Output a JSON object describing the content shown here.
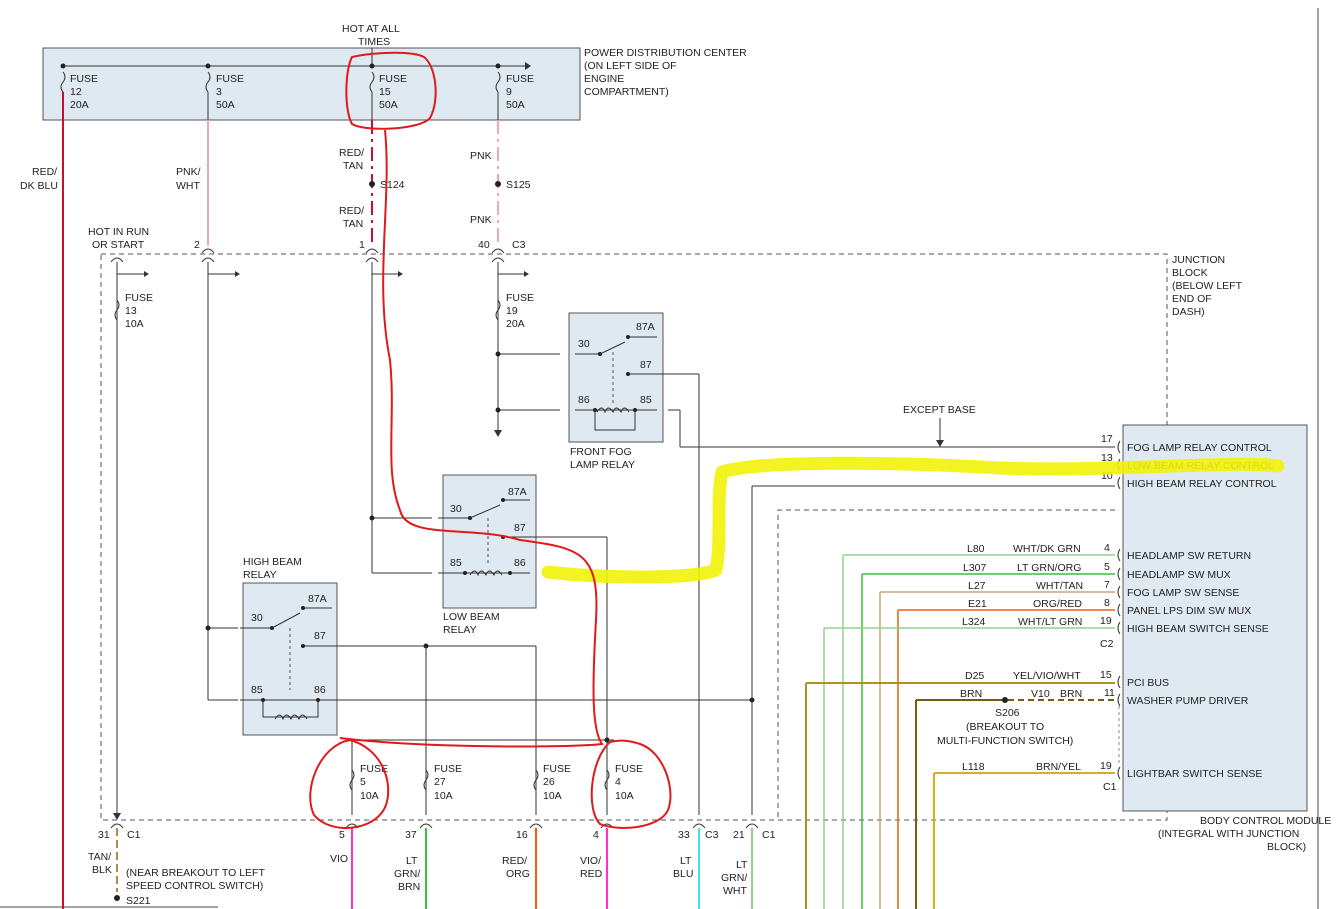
{
  "frame": {
    "pdc": {
      "l1": "POWER DISTRIBUTION CENTER",
      "l2": "(ON LEFT SIDE OF",
      "l3": "ENGINE",
      "l4": "COMPARTMENT)"
    },
    "hot_at_all": {
      "l1": "HOT AT ALL",
      "l2": "TIMES"
    },
    "hot_in_run": {
      "l1": "HOT IN RUN",
      "l2": "OR START"
    },
    "jb": {
      "l1": "JUNCTION",
      "l2": "BLOCK",
      "l3": "(BELOW LEFT",
      "l4": "END OF",
      "l5": "DASH)"
    },
    "bcm": {
      "l1": "BODY CONTROL MODULE",
      "l2": "(INTEGRAL WITH JUNCTION",
      "l3": "BLOCK)"
    },
    "except_base": "EXCEPT BASE"
  },
  "pdc_fuses": [
    {
      "label": "FUSE",
      "num": "12",
      "amp": "20A"
    },
    {
      "label": "FUSE",
      "num": "3",
      "amp": "50A"
    },
    {
      "label": "FUSE",
      "num": "15",
      "amp": "50A"
    },
    {
      "label": "FUSE",
      "num": "9",
      "amp": "50A"
    }
  ],
  "jb_fuses": [
    {
      "label": "FUSE",
      "num": "13",
      "amp": "10A"
    },
    {
      "label": "FUSE",
      "num": "19",
      "amp": "20A"
    },
    {
      "label": "FUSE",
      "num": "5",
      "amp": "10A"
    },
    {
      "label": "FUSE",
      "num": "27",
      "amp": "10A"
    },
    {
      "label": "FUSE",
      "num": "26",
      "amp": "10A"
    },
    {
      "label": "FUSE",
      "num": "4",
      "amp": "10A"
    }
  ],
  "wires": {
    "red_dkblu": {
      "l1": "RED/",
      "l2": "DK BLU"
    },
    "pnk_wht": {
      "l1": "PNK/",
      "l2": "WHT"
    },
    "red_tan": {
      "l1": "RED/",
      "l2": "TAN"
    },
    "pnk": "PNK",
    "tan_blk": {
      "l1": "TAN/",
      "l2": "BLK"
    },
    "vio": "VIO",
    "lt_grn_brn": {
      "l1": "LT",
      "l2": "GRN/",
      "l3": "BRN"
    },
    "red_org": {
      "l1": "RED/",
      "l2": "ORG"
    },
    "vio_red": {
      "l1": "VIO/",
      "l2": "RED"
    },
    "lt_blu": {
      "l1": "LT",
      "l2": "BLU"
    },
    "lt_grn_wht": {
      "l1": "LT",
      "l2": "GRN/",
      "l3": "WHT"
    }
  },
  "splices": {
    "s124": "S124",
    "s125": "S125",
    "s221": "S221",
    "s206": "S206"
  },
  "breakouts": {
    "s221_note": {
      "l1": "(NEAR BREAKOUT TO LEFT",
      "l2": "SPEED CONTROL SWITCH)"
    },
    "s206_note": {
      "l1": "(BREAKOUT TO",
      "l2": "MULTI-FUNCTION SWITCH)"
    }
  },
  "connectors": {
    "top": [
      {
        "pin": "2"
      },
      {
        "pin": "1"
      },
      {
        "pin": "40"
      }
    ],
    "c3": "C3",
    "c1": "C1",
    "c2": "C2",
    "bottom": [
      {
        "pin": "31"
      },
      {
        "pin": "5"
      },
      {
        "pin": "37"
      },
      {
        "pin": "16"
      },
      {
        "pin": "4"
      },
      {
        "pin": "33"
      },
      {
        "pin": "21"
      }
    ]
  },
  "relays": {
    "fog": {
      "name_l1": "FRONT FOG",
      "name_l2": "LAMP RELAY",
      "p30": "30",
      "p87a": "87A",
      "p87": "87",
      "p86": "86",
      "p85": "85"
    },
    "low": {
      "name_l1": "LOW BEAM",
      "name_l2": "RELAY",
      "p30": "30",
      "p87a": "87A",
      "p87": "87",
      "p85": "85",
      "p86": "86"
    },
    "high": {
      "name_l1": "HIGH BEAM",
      "name_l2": "RELAY",
      "p30": "30",
      "p87a": "87A",
      "p87": "87",
      "p85": "85",
      "p86": "86"
    }
  },
  "bcm_pins": [
    {
      "pin": "17",
      "label": "FOG LAMP RELAY CONTROL"
    },
    {
      "pin": "13",
      "label": "LOW BEAM RELAY CONTROL"
    },
    {
      "pin": "10",
      "label": "HIGH BEAM RELAY CONTROL"
    },
    {
      "pin": "4",
      "label": "HEADLAMP SW RETURN",
      "circuit": "L80",
      "color": "WHT/DK GRN"
    },
    {
      "pin": "5",
      "label": "HEADLAMP SW MUX",
      "circuit": "L307",
      "color": "LT GRN/ORG"
    },
    {
      "pin": "7",
      "label": "FOG LAMP SW SENSE",
      "circuit": "L27",
      "color": "WHT/TAN"
    },
    {
      "pin": "8",
      "label": "PANEL LPS DIM SW MUX",
      "circuit": "E21",
      "color": "ORG/RED"
    },
    {
      "pin": "19",
      "label": "HIGH BEAM SWITCH SENSE",
      "circuit": "L324",
      "color": "WHT/LT GRN"
    },
    {
      "pin": "15",
      "label": "PCI BUS",
      "circuit": "D25",
      "color": "YEL/VIO/WHT"
    },
    {
      "pin": "11",
      "label": "WASHER PUMP DRIVER",
      "circuit": "V10",
      "color": "BRN",
      "left_color": "BRN"
    },
    {
      "pin": "19",
      "label": "LIGHTBAR SWITCH SENSE",
      "circuit": "L118",
      "color": "BRN/YEL"
    }
  ],
  "wire_colors": {
    "red": "#c8102e",
    "pink": "#f0a5b8",
    "pink2": "#e87fa0",
    "tanbrown": "#b08a4a",
    "magenta": "#ff2fd0",
    "green": "#3cbf3c",
    "orange": "#f06010",
    "cyan": "#40e0f0",
    "ltgreen": "#8fd48f",
    "tan": "#c9a57a",
    "olive": "#b09020",
    "brown": "#7a5a10",
    "yellowgold": "#d4b020"
  },
  "annotations": {
    "red_ink": "#e0191b",
    "highlight": "#f2f20a"
  }
}
